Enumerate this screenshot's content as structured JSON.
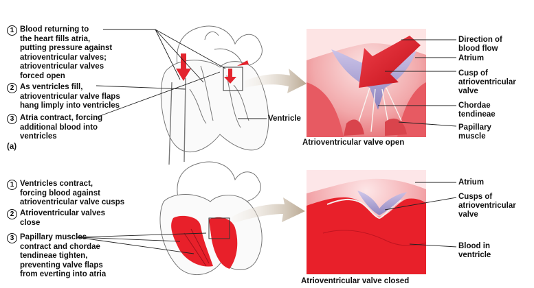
{
  "panel_a": {
    "steps": [
      {
        "num": "1",
        "text": "Blood returning to\nthe heart fills atria,\nputting pressure against\natrioventricular valves;\natrioventricular valves\nforced open"
      },
      {
        "num": "2",
        "text": "As ventricles fill,\natrioventricular valve flaps\nhang limply into ventricles"
      },
      {
        "num": "3",
        "text": "Atria contract, forcing\nadditional blood into\nventricles"
      }
    ],
    "panel_label": "(a)",
    "heart_label": "Ventricle",
    "caption": "Atrioventricular valve open",
    "callouts": {
      "direction": "Direction of\nblood flow",
      "atrium": "Atrium",
      "cusp": "Cusp of\natrioventricular\nvalve",
      "chordae": "Chordae\ntendineae",
      "papillary": "Papillary\nmuscle"
    }
  },
  "panel_b": {
    "steps": [
      {
        "num": "1",
        "text": "Ventricles contract,\nforcing blood against\natrioventricular valve cusps"
      },
      {
        "num": "2",
        "text": "Atrioventricular valves\nclose"
      },
      {
        "num": "3",
        "text": "Papillary muscles\ncontract and chordae\ntendineae tighten,\npreventing valve  flaps\nfrom everting into atria"
      }
    ],
    "caption": "Atrioventricular valve closed",
    "callouts": {
      "atrium": "Atrium",
      "cusps": "Cusps of\natrioventricular\nvalve",
      "blood": "Blood in\nventricle"
    }
  },
  "colors": {
    "blood_red": "#e8202a",
    "valve_violet": "#a9a6d8",
    "tissue_pink": "#f2a3a6",
    "arrow_gray": "#c8b8a6"
  }
}
